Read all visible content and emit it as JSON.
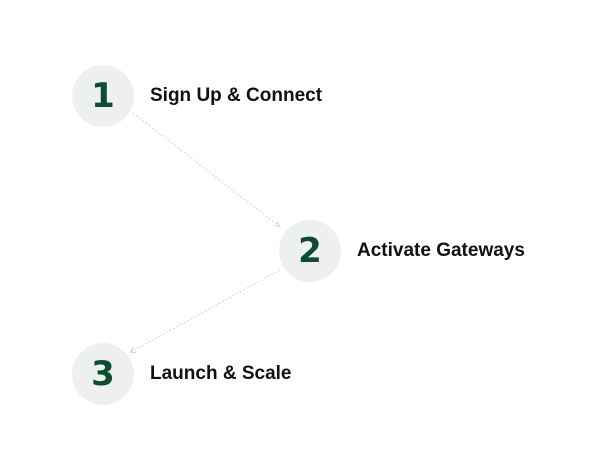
{
  "theme": {
    "number_color": "#0f4a33",
    "circle_color": "#eef0f0",
    "connector_color": "#cfd3d3"
  },
  "steps": [
    {
      "number": "1",
      "label": "Sign Up & Connect"
    },
    {
      "number": "2",
      "label": "Activate Gateways"
    },
    {
      "number": "3",
      "label": "Launch & Scale"
    }
  ]
}
